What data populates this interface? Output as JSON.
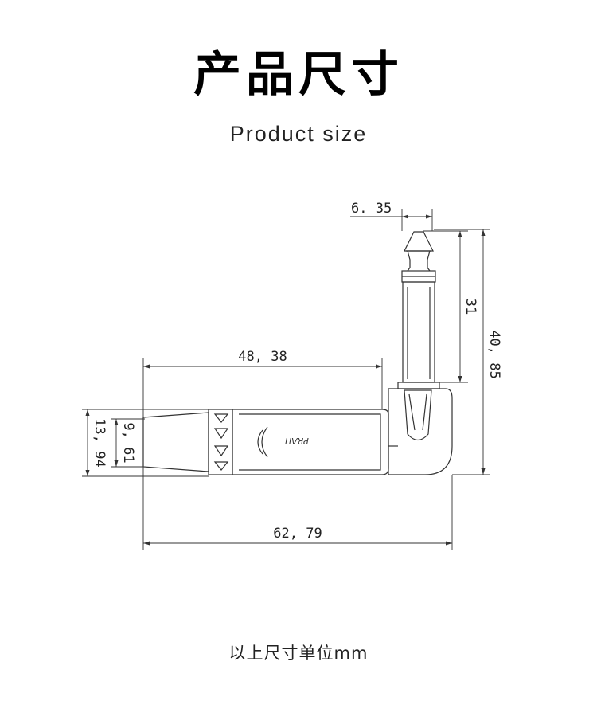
{
  "heading": {
    "title": "产品尺寸",
    "subtitle": "Product size"
  },
  "drawing": {
    "dimensions": {
      "tip_diameter": "6. 35",
      "shaft_length": "31",
      "overall_height": "40, 85",
      "boot_length": "48, 38",
      "outer_diameter": "13, 94",
      "inner_diameter": "9, 61",
      "overall_length": "62, 79"
    },
    "brand_mark": "PRAIT"
  },
  "footer": {
    "units_note": "以上尺寸单位mm"
  }
}
